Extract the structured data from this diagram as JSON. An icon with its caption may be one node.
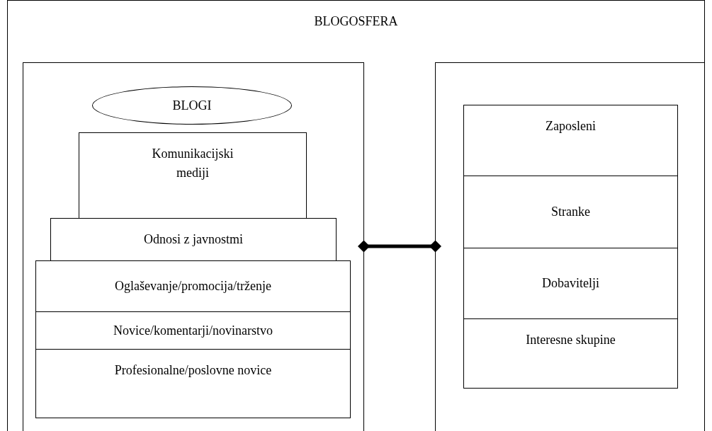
{
  "diagram": {
    "nodes": [
      {
        "text": [
          "BLOGOSFERA"
        ]
      },
      {
        "text": [],
        "shape": "box",
        "in": 0
      },
      {
        "text": [
          "BLOGI"
        ],
        "in": 1
      },
      {
        "text": [
          "Komunikacijski mediji"
        ],
        "in": 1
      },
      {
        "text": [
          "Odnosi z javnostmi"
        ],
        "in": 1
      },
      {
        "text": [
          "Oglaševanje/promocija/trženje"
        ],
        "in": 1
      },
      {
        "text": [
          "Novice/komentarji/novinarstvo"
        ],
        "in": 1
      },
      {
        "text": [
          "Profesionalne/poslovne novice"
        ],
        "in": 1
      },
      {
        "text": [],
        "shape": "box",
        "in": 0
      },
      {
        "text": [
          "Zaposleni"
        ],
        "in": 8
      },
      {
        "text": [
          "Stranke"
        ],
        "in": 8
      },
      {
        "text": [
          "Dobavitelji"
        ],
        "in": 8
      },
      {
        "text": [
          "Interesne skupine"
        ],
        "in": 8
      }
    ],
    "edges": [
      {
        "from": 1,
        "to": 8,
        "arrow": "other"
      }
    ]
  }
}
